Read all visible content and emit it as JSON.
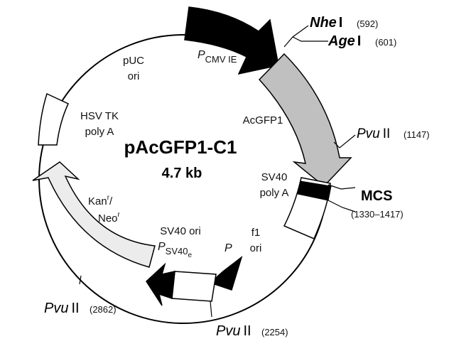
{
  "plasmid": {
    "name": "pAcGFP1-C1",
    "size": "4.7 kb"
  },
  "features": {
    "pcmv_p": "P",
    "pcmv_sub": "CMV IE",
    "acgfp": "AcGFP1",
    "sv40_polya_1": "SV40",
    "sv40_polya_2": "poly A",
    "f1_1": "f1",
    "f1_2": "ori",
    "p_promoter": "P",
    "sv40_ori": "SV40 ori",
    "psv40_p": "P",
    "psv40_sub": "SV40",
    "psv40_subsub": "e",
    "kan_1": "Kan",
    "kan_sup": "r",
    "kan_slash": "/",
    "neo_1": "Neo",
    "neo_sup": "r",
    "hsv_1": "HSV TK",
    "hsv_2": "poly A",
    "puc_1": "pUC",
    "puc_2": "ori"
  },
  "sites": {
    "nhe_italic": "Nhe",
    "nhe_roman": "I",
    "nhe_pos": "(592)",
    "age_italic": "Age",
    "age_roman": "I",
    "age_pos": "(601)",
    "pvu1_italic": "Pvu",
    "pvu1_roman": "II",
    "pvu1_pos": "(1147)",
    "mcs_label": "MCS",
    "mcs_range": "(1330–1417)",
    "pvu2_italic": "Pvu",
    "pvu2_roman": "II",
    "pvu2_pos": "(2254)",
    "pvu3_italic": "Pvu",
    "pvu3_roman": "II",
    "pvu3_pos": "(2862)"
  },
  "colors": {
    "cmv_promoter": "#000000",
    "acgfp_gene": "#c0c0c0",
    "kan_neo_gene": "#ececec",
    "mcs_block": "#000000",
    "white_features": "#ffffff"
  }
}
